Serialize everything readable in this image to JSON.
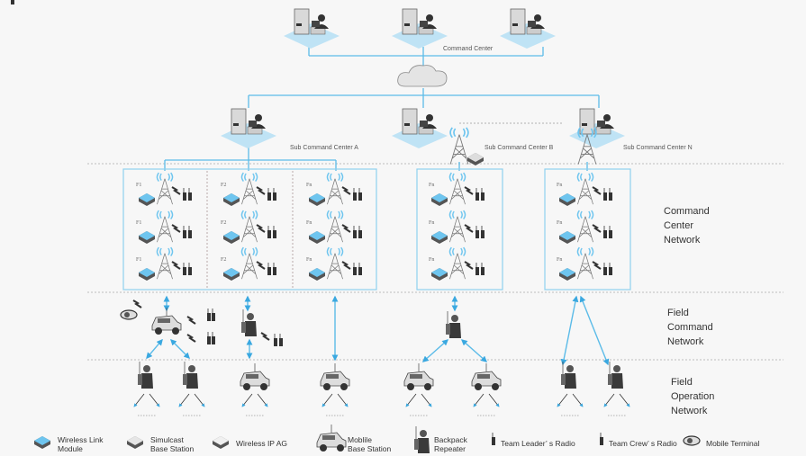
{
  "colors": {
    "link": "#5bbbe8",
    "box": "#8fd0ee",
    "dashed": "#b9a9a9",
    "device": "#6ec5ef"
  },
  "top": {
    "command_center": "Command Center",
    "sub_a": "Sub Command Center A",
    "sub_b": "Sub Command Center B",
    "sub_n": "Sub Command Center N"
  },
  "layers": {
    "command_center_network": [
      "Command",
      "Center",
      "Network"
    ],
    "field_command_network": [
      "Field",
      "Command",
      "Network"
    ],
    "field_operation_network": [
      "Field",
      "Operation",
      "Network"
    ]
  },
  "frequency_labels": [
    "F1",
    "F2",
    "Fn",
    "Fn",
    "Fn"
  ],
  "legend": [
    {
      "icon": "wireless-link-module-icon",
      "lines": [
        "Wireless Link",
        "Module"
      ]
    },
    {
      "icon": "simulcast-base-station-icon",
      "lines": [
        "Simulcast",
        "Base Station"
      ]
    },
    {
      "icon": "wireless-ip-ag-icon",
      "lines": [
        "Wireless IP AG"
      ]
    },
    {
      "icon": "mobile-base-station-icon",
      "lines": [
        "Moblile",
        "Base Station"
      ]
    },
    {
      "icon": "backpack-repeater-icon",
      "lines": [
        "Backpack",
        "Repeater"
      ]
    },
    {
      "icon": "team-leader-radio-icon",
      "lines": [
        "Team Leader’ s Radio"
      ]
    },
    {
      "icon": "team-crew-radio-icon",
      "lines": [
        "Team Crew’ s Radio"
      ]
    },
    {
      "icon": "mobile-terminal-icon",
      "lines": [
        "Mobile Terminal"
      ]
    }
  ]
}
